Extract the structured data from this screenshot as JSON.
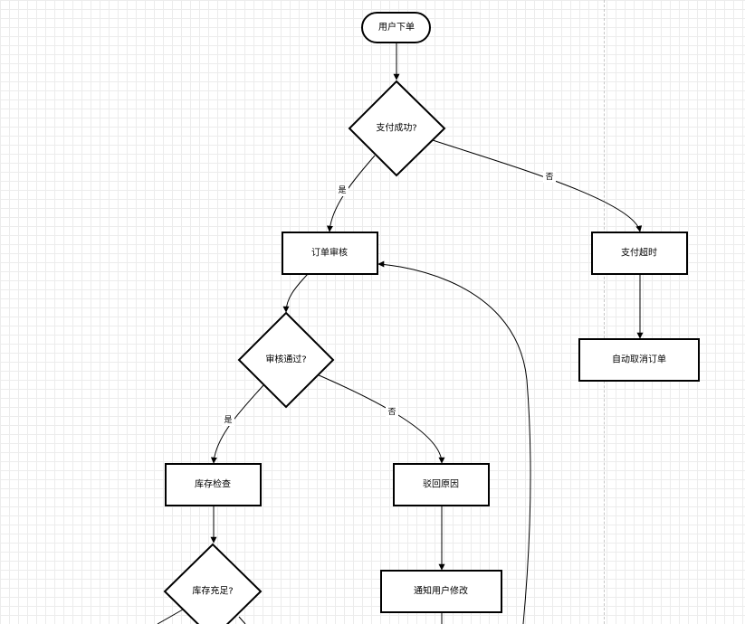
{
  "nodes": {
    "start": "用户下单",
    "payment_ok": "支付成功?",
    "order_review": "订单审核",
    "payment_timeout": "支付超时",
    "auto_cancel": "自动取消订单",
    "review_passed": "审核通过?",
    "stock_check": "库存检查",
    "reject_reason": "驳回原因",
    "stock_enough": "库存充足?",
    "notify_user": "通知用户修改"
  },
  "edge_labels": {
    "payment_yes": "是",
    "payment_no": "否",
    "review_yes": "是",
    "review_no": "否"
  },
  "colors": {
    "stroke": "#000000",
    "fill": "#ffffff",
    "grid": "#ececec"
  }
}
